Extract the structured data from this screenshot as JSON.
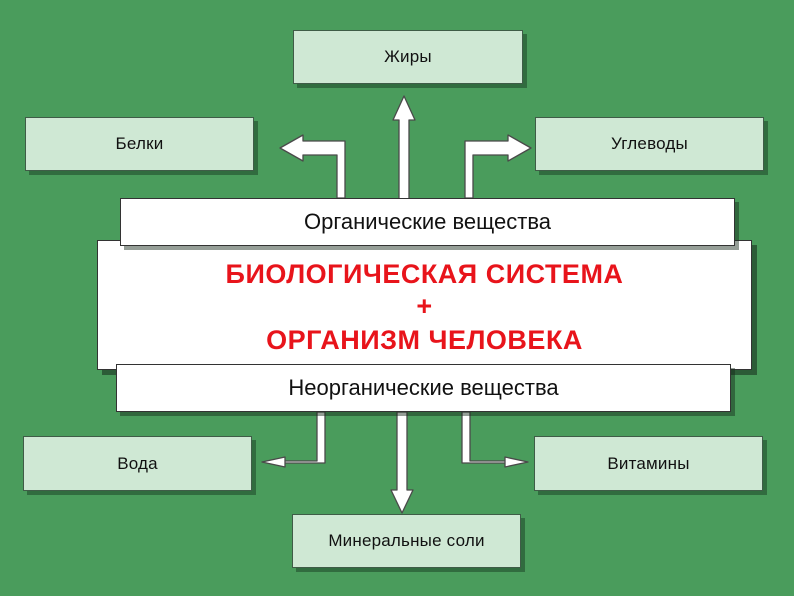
{
  "colors": {
    "background": "#4a9c5c",
    "node_fill": "#cfe8d4",
    "title_text": "#e8141b",
    "arrow_fill": "#ffffff"
  },
  "center": {
    "title_line1": "БИОЛОГИЧЕСКАЯ СИСТЕМА",
    "title_plus": "+",
    "title_line2": "ОРГАНИЗМ ЧЕЛОВЕКА",
    "organic_label": "Органические вещества",
    "inorganic_label": "Неорганические вещества"
  },
  "organic_children": {
    "top": "Жиры",
    "left": "Белки",
    "right": "Углеводы"
  },
  "inorganic_children": {
    "left": "Вода",
    "bottom": "Минеральные соли",
    "right": "Витамины"
  }
}
